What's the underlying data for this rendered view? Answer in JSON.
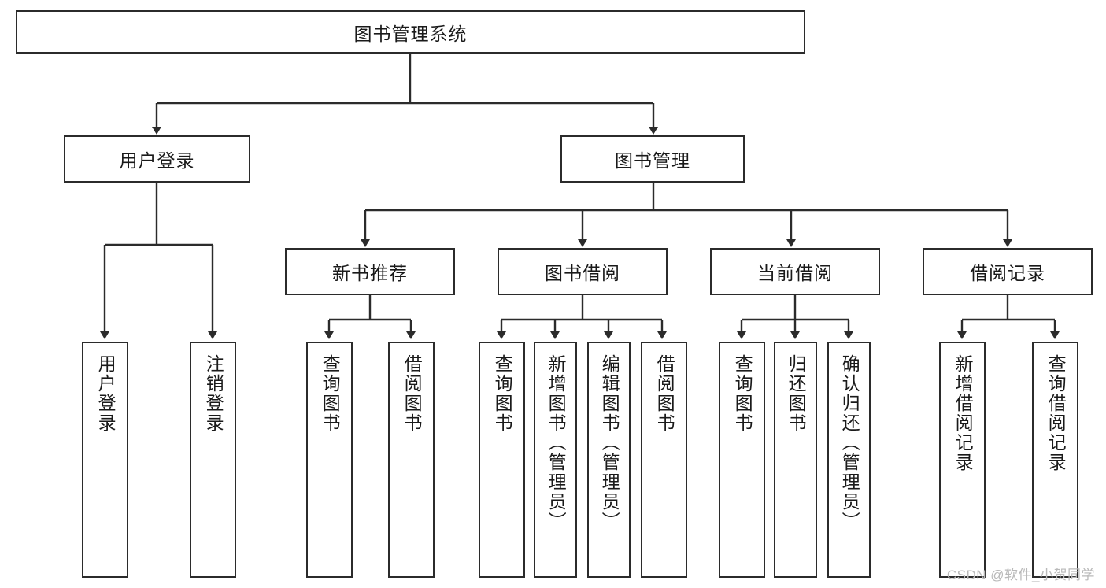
{
  "diagram": {
    "type": "tree-hierarchy",
    "title": "图书管理系统",
    "watermark": "CSDN @软件_小贺同学",
    "colors": {
      "box_border": "#2b2b2b",
      "box_fill": "#ffffff",
      "line": "#2b2b2b",
      "text": "#1a1a1a",
      "watermark": "#b9b9b9",
      "background": "#ffffff"
    },
    "root": {
      "label": "图书管理系统"
    },
    "level2": [
      {
        "id": "user-login",
        "label": "用户登录"
      },
      {
        "id": "book-manage",
        "label": "图书管理"
      }
    ],
    "level3": [
      {
        "id": "new-book-recommend",
        "label": "新书推荐",
        "parent": "book-manage"
      },
      {
        "id": "book-borrow",
        "label": "图书借阅",
        "parent": "book-manage"
      },
      {
        "id": "current-borrow",
        "label": "当前借阅",
        "parent": "book-manage"
      },
      {
        "id": "borrow-record",
        "label": "借阅记录",
        "parent": "book-manage"
      }
    ],
    "leaves": [
      {
        "id": "leaf-user-login",
        "label": "用户登录",
        "parent": "user-login"
      },
      {
        "id": "leaf-logout",
        "label": "注销登录",
        "parent": "user-login"
      },
      {
        "id": "leaf-query-book-1",
        "label": "查询图书",
        "parent": "new-book-recommend"
      },
      {
        "id": "leaf-borrow-book-1",
        "label": "借阅图书",
        "parent": "new-book-recommend"
      },
      {
        "id": "leaf-query-book-2",
        "label": "查询图书",
        "parent": "book-borrow"
      },
      {
        "id": "leaf-add-book",
        "label": "新增图书（管理员）",
        "parent": "book-borrow"
      },
      {
        "id": "leaf-edit-book",
        "label": "编辑图书（管理员）",
        "parent": "book-borrow"
      },
      {
        "id": "leaf-borrow-book-2",
        "label": "借阅图书",
        "parent": "book-borrow"
      },
      {
        "id": "leaf-query-book-3",
        "label": "查询图书",
        "parent": "current-borrow"
      },
      {
        "id": "leaf-return-book",
        "label": "归还图书",
        "parent": "current-borrow"
      },
      {
        "id": "leaf-confirm-return",
        "label": "确认归还（管理员）",
        "parent": "current-borrow"
      },
      {
        "id": "leaf-add-record",
        "label": "新增借阅记录",
        "parent": "borrow-record"
      },
      {
        "id": "leaf-query-record",
        "label": "查询借阅记录",
        "parent": "borrow-record"
      }
    ]
  }
}
